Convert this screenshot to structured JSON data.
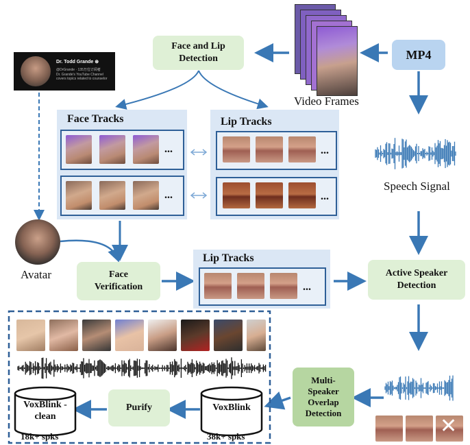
{
  "nodes": {
    "mp4": "MP4",
    "video_frames": "Video Frames",
    "face_lip_detection": "Face and Lip Detection",
    "face_tracks": "Face Tracks",
    "lip_tracks_top": "Lip Tracks",
    "speech_signal": "Speech Signal",
    "avatar": "Avatar",
    "face_verification": "Face Verification",
    "lip_tracks_mid": "Lip Tracks",
    "active_speaker_detection": "Active Speaker Detection",
    "multi_speaker_overlap": "Multi-Speaker Overlap Detection",
    "voxblink": "VoxBlink",
    "voxblink_count": "38k+ spks",
    "purify": "Purify",
    "voxblink_clean": "VoxBlink -clean",
    "voxblink_clean_count": "18k+ spks",
    "ellipsis": "..."
  },
  "channel_card": {
    "name": "Dr. Todd Grande ⊛",
    "handle": "@DrGrande · 135万位订阅者",
    "desc": "Dr. Grande's YouTube Channel covers topics related to counselor"
  },
  "reject_mark": "✕",
  "colors": {
    "arrow": "#3a78b5",
    "green_box": "#dff0d6",
    "green_box_dark": "#b6d6a1",
    "blue_box": "#b9d4f0",
    "panel": "#dbe7f5",
    "track_border": "#2e5f97"
  }
}
